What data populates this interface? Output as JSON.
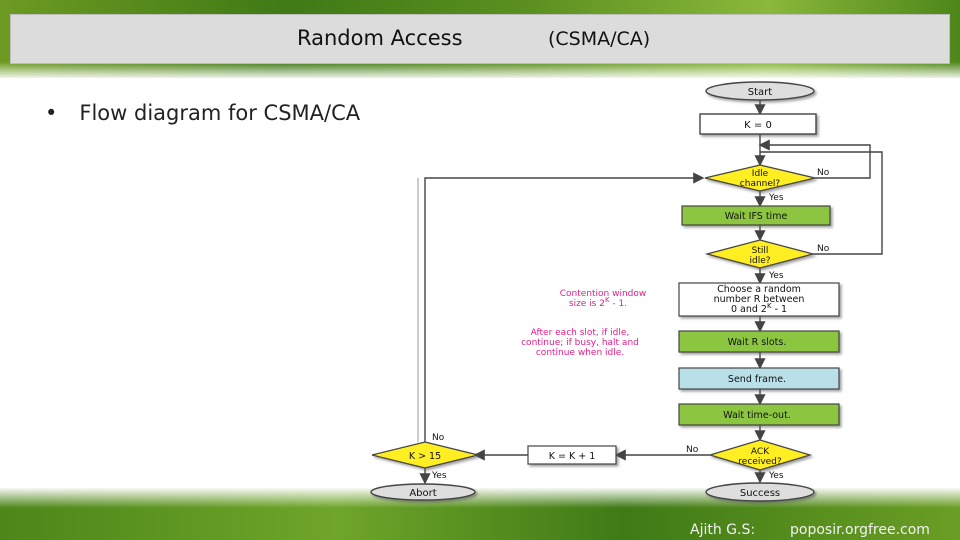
{
  "slide": {
    "title": "Random Access",
    "title_sub": "(CSMA/CA)",
    "bullet": "Flow diagram for CSMA/CA",
    "footer_author": "Ajith G.S:",
    "footer_site": "poposir.orgfree.com"
  },
  "diagram": {
    "start": "Start",
    "k_init": "K = 0",
    "idle_line1": "Idle",
    "idle_line2": "channel?",
    "no_1": "No",
    "yes_1": "Yes",
    "wait_ifs": "Wait IFS time",
    "still_line1": "Still",
    "still_line2": "idle?",
    "no_2": "No",
    "yes_2": "Yes",
    "choose_line1": "Choose a random",
    "choose_line2": "number R between",
    "choose_line3": "0 and 2",
    "choose_sup": "K",
    "choose_tail": " - 1",
    "note1_line1": "Contention window",
    "note1_line2": "size is 2",
    "note1_sup": "K",
    "note1_tail": " - 1.",
    "note2_line1": "After each slot, if idle,",
    "note2_line2": "continue; if busy, halt and",
    "note2_line3": "continue when idle.",
    "wait_r": "Wait R slots.",
    "send_frame": "Send frame.",
    "wait_timeout": "Wait time-out.",
    "ack_line1": "ACK",
    "ack_line2": "received?",
    "no_ack": "No",
    "yes_ack": "Yes",
    "k_inc": "K = K + 1",
    "k_gt_15": "K > 15",
    "no_k": "No",
    "yes_k": "Yes",
    "abort": "Abort",
    "success": "Success"
  },
  "colors": {
    "green_box": "#8cc63f",
    "yellow_diamond": "#ffee22",
    "blue_box": "#b9dfe8",
    "ellipse_gray": "#dedede",
    "note_pink": "#e0208c",
    "line": "#444444"
  }
}
